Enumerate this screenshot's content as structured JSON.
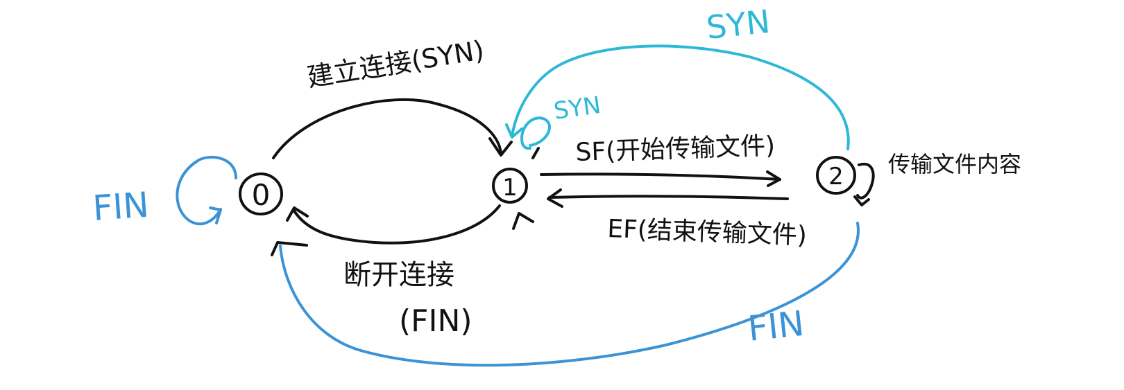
{
  "colors": {
    "ink": "#111111",
    "blue": "#3b93d6",
    "cyan": "#2db8d6",
    "background": "#ffffff"
  },
  "states": {
    "s0": "0",
    "s1": "1",
    "s2": "2"
  },
  "edges": {
    "s0_to_s1": "建立连接(SYN)",
    "s1_to_s0_line1": "断开连接",
    "s1_to_s0_line2": "(FIN)",
    "s0_self": "FIN",
    "s1_self": "SYN",
    "s1_to_s2": "SF(开始传输文件)",
    "s2_to_s1": "EF(结束传输文件)",
    "s2_self": "传输文件内容",
    "s2_to_s1_top": "SYN",
    "s2_to_s0": "FIN"
  }
}
